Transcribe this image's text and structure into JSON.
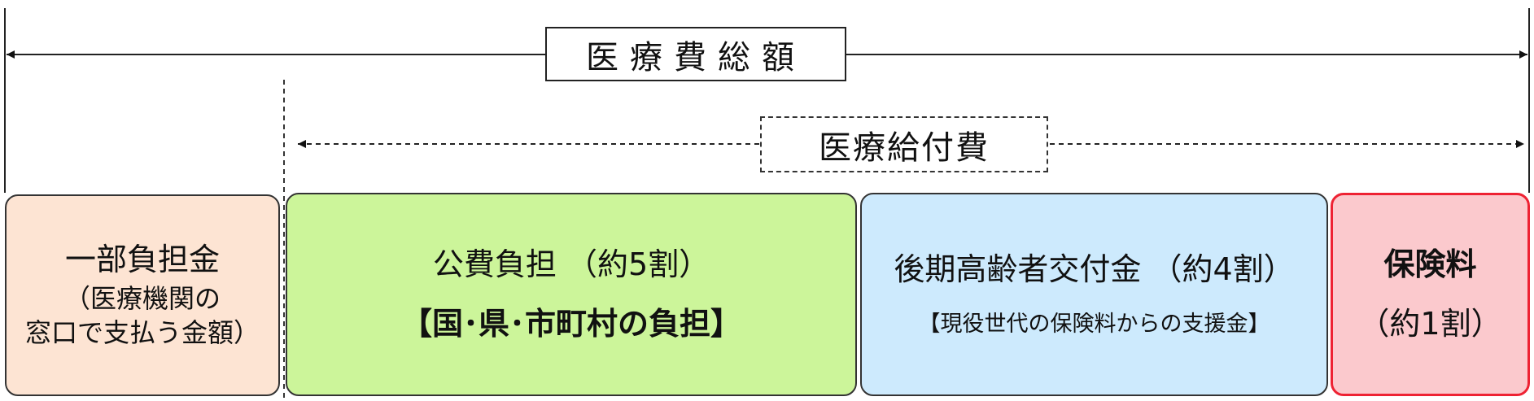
{
  "total": {
    "label": "医療費総額"
  },
  "benefit": {
    "label": "医療給付費"
  },
  "segments": {
    "copay": {
      "title": "一部負担金",
      "line2": "（医療機関の",
      "line3": "窓口で支払う金額）",
      "color": "#fde4d3"
    },
    "public": {
      "title": "公費負担 （約5割）",
      "subtitle": "【国･県･市町村の負担】",
      "color": "#ccf59a"
    },
    "elderly": {
      "title": "後期高齢者交付金 （約4割）",
      "subtitle": "【現役世代の保険料からの支援金】",
      "color": "#cdeafd"
    },
    "premium": {
      "title": "保険料",
      "subtitle": "（約1割）",
      "color": "#fbc9cd",
      "border_color": "#ee2233"
    }
  }
}
